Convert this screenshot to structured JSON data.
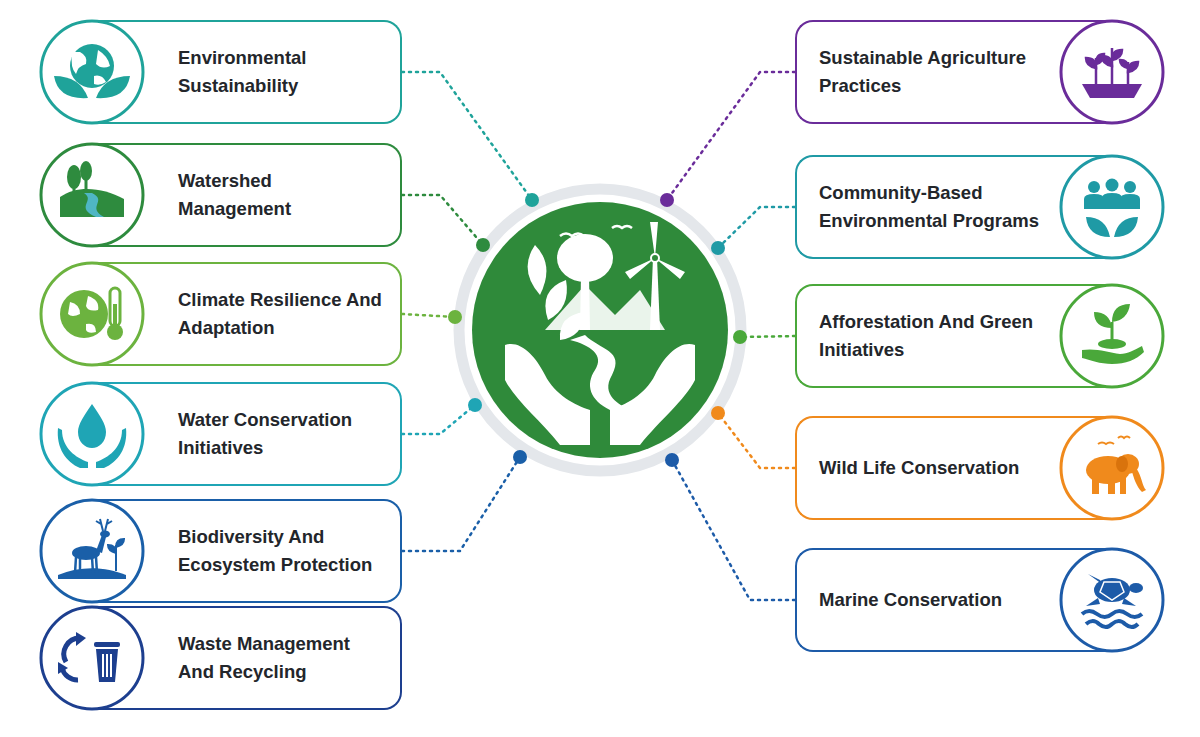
{
  "diagram": {
    "nodes": [
      {
        "text": [
          "Environmental Sustainability"
        ]
      },
      {
        "text": [
          "Watershed Management"
        ]
      },
      {
        "text": [
          "Climate Resilience And Adaptation"
        ]
      },
      {
        "text": [
          "Water Conservation Initiatives"
        ]
      },
      {
        "text": [
          "Biodiversity And Ecosystem Protection"
        ]
      },
      {
        "text": [
          "Waste Management And Recycling"
        ]
      },
      {
        "text": [
          "Sustainable Agriculture Practices"
        ]
      },
      {
        "text": [
          "Community-Based Environmental Programs"
        ]
      },
      {
        "text": [
          "Afforestation And Green Initiatives"
        ]
      },
      {
        "text": [
          "Wild Life Conservation"
        ]
      },
      {
        "text": [
          "Marine Conservation"
        ]
      }
    ]
  }
}
